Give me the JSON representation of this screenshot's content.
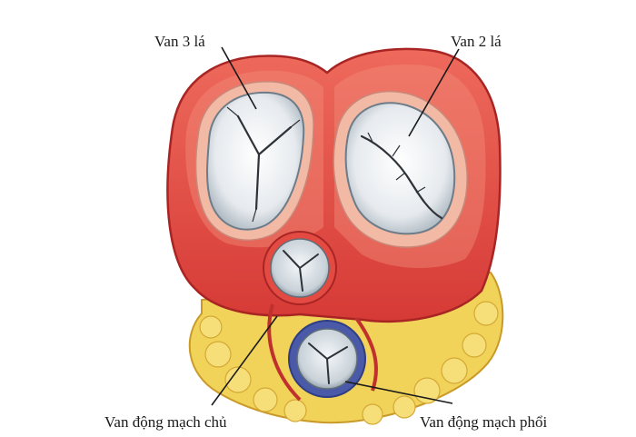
{
  "labels": {
    "tricuspid": "Van 3 lá",
    "mitral": "Van 2 lá",
    "aortic": "Van động mạch chủ",
    "pulmonary": "Van động mạch phổi"
  },
  "colors": {
    "myocardium": "#e0453f",
    "myocardium_dark": "#c32e2d",
    "myocardium_light": "#f07a6c",
    "fat": "#f1d35a",
    "fat_dark": "#d9b13a",
    "valve": "#eef1f3",
    "valve_shadow": "#9aa7b1",
    "aorta_wall": "#e24a42",
    "pulmonary_wall": "#4a5aa8",
    "annulus_tissue": "#f2b9a5"
  }
}
